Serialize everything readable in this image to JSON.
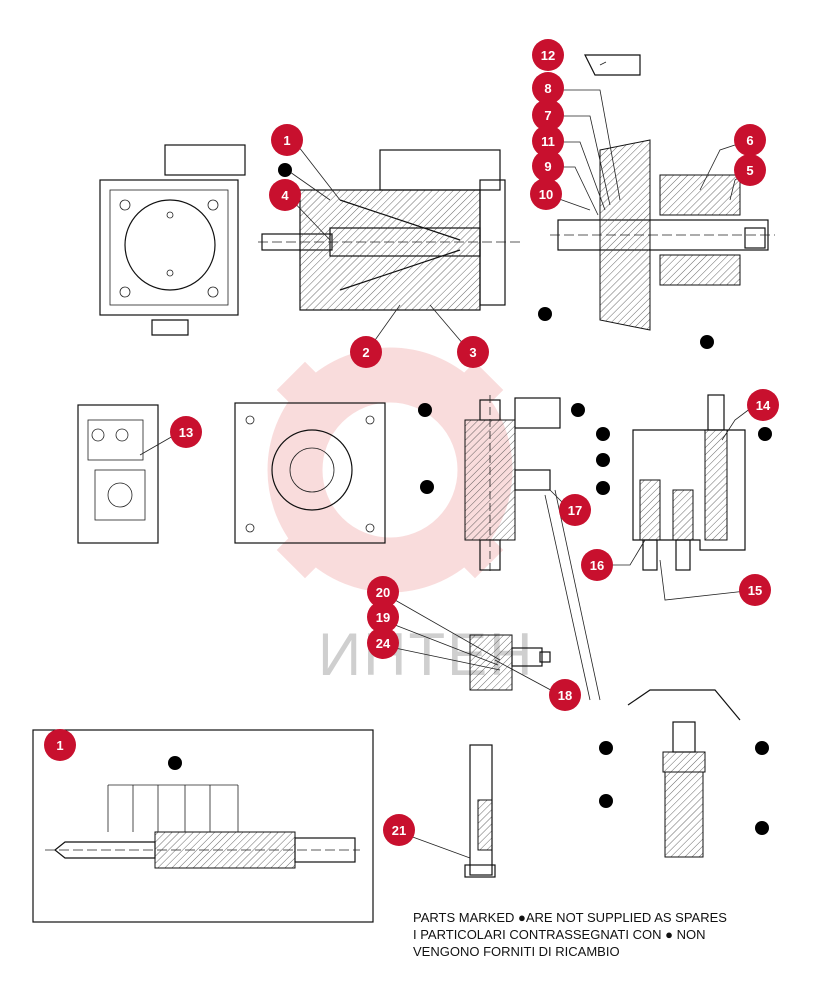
{
  "watermark": {
    "text": "ИНТЕН",
    "color": "#f2b3b3"
  },
  "badge_color": "#c8102e",
  "badges": {
    "b1_top": "1",
    "b2": "2",
    "b3": "3",
    "b4": "4",
    "b5": "5",
    "b6": "6",
    "b7": "7",
    "b8": "8",
    "b9": "9",
    "b10": "10",
    "b11": "11",
    "b12": "12",
    "b13": "13",
    "b14": "14",
    "b15": "15",
    "b16": "16",
    "b17": "17",
    "b18": "18",
    "b19": "19",
    "b20": "20",
    "b21": "21",
    "b24": "24",
    "b1_inset": "1"
  },
  "note": {
    "line1_prefix": "PARTS MARKED ",
    "line1_suffix": "ARE NOT SUPPLIED AS SPARES",
    "line2_prefix": "I PARTICOLARI  CONTRASSEGNATI  CON ",
    "line2_suffix": " NON",
    "line3": "VENGONO FORNITI DI RICAMBIO"
  }
}
